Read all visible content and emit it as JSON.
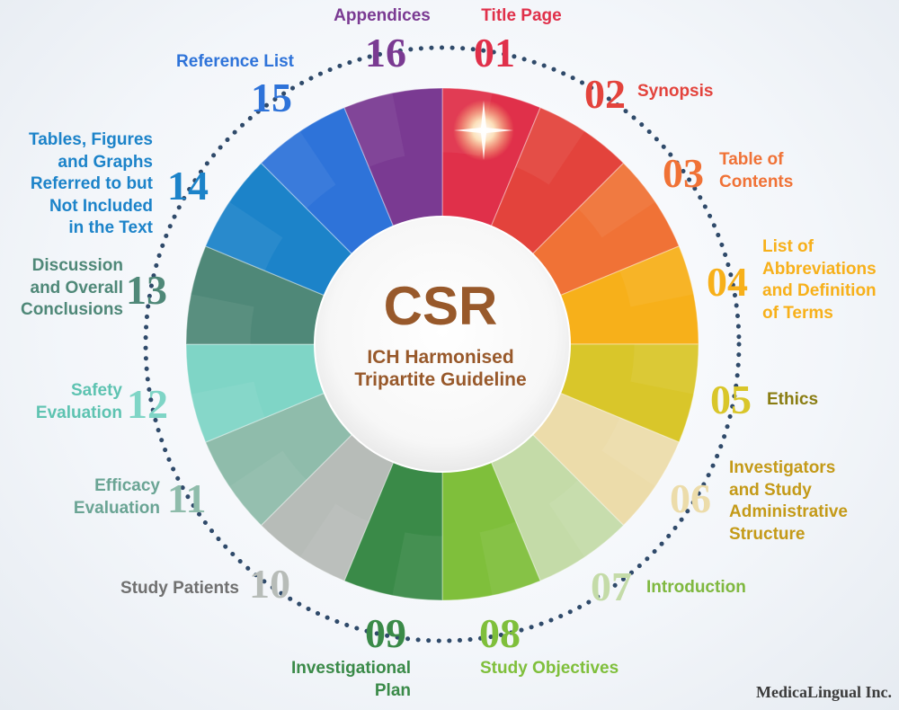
{
  "center": {
    "title": "CSR",
    "subtitle_lines": [
      "ICH Harmonised",
      "Tripartite Guideline"
    ]
  },
  "sections": [
    {
      "number": "01",
      "label": [
        "Title Page"
      ],
      "color": "#e0304a"
    },
    {
      "number": "02",
      "label": [
        "Synopsis"
      ],
      "color": "#e3433c"
    },
    {
      "number": "03",
      "label": [
        "Table of",
        "Contents"
      ],
      "color": "#f07236"
    },
    {
      "number": "04",
      "label": [
        "List of",
        "Abbreviations",
        "and Definition",
        "of Terms"
      ],
      "color": "#f7b01a"
    },
    {
      "number": "05",
      "label": [
        "Ethics"
      ],
      "color": "#d9c62a",
      "label_color": "#8a7d12"
    },
    {
      "number": "06",
      "label": [
        "Investigators",
        "and Study",
        "Administrative",
        "Structure"
      ],
      "color": "#ecdcaa",
      "label_color": "#c49a18"
    },
    {
      "number": "07",
      "label": [
        "Introduction"
      ],
      "color": "#c4dba8",
      "label_color": "#7fb83f"
    },
    {
      "number": "08",
      "label": [
        "Study Objectives"
      ],
      "color": "#7fbf3b"
    },
    {
      "number": "09",
      "label": [
        "Investigational",
        "Plan"
      ],
      "color": "#3a8a48"
    },
    {
      "number": "10",
      "label": [
        "Study Patients"
      ],
      "color": "#b7bcb8",
      "label_color": "#707070"
    },
    {
      "number": "11",
      "label": [
        "Efficacy",
        "Evaluation"
      ],
      "color": "#8fbcab",
      "label_color": "#6aa494"
    },
    {
      "number": "12",
      "label": [
        "Safety",
        "Evaluation"
      ],
      "color": "#7fd5c6",
      "label_color": "#5ec3b1"
    },
    {
      "number": "13",
      "label": [
        "Discussion",
        "and Overall",
        "Conclusions"
      ],
      "color": "#4f8878"
    },
    {
      "number": "14",
      "label": [
        "Tables, Figures",
        "and Graphs",
        "Referred to but",
        "Not Included",
        "in the Text"
      ],
      "color": "#1c83c9"
    },
    {
      "number": "15",
      "label": [
        "Reference List"
      ],
      "color": "#2e73d9"
    },
    {
      "number": "16",
      "label": [
        "Appendices"
      ],
      "color": "#7a3a92"
    }
  ],
  "credit": "MedicaLingual Inc."
}
